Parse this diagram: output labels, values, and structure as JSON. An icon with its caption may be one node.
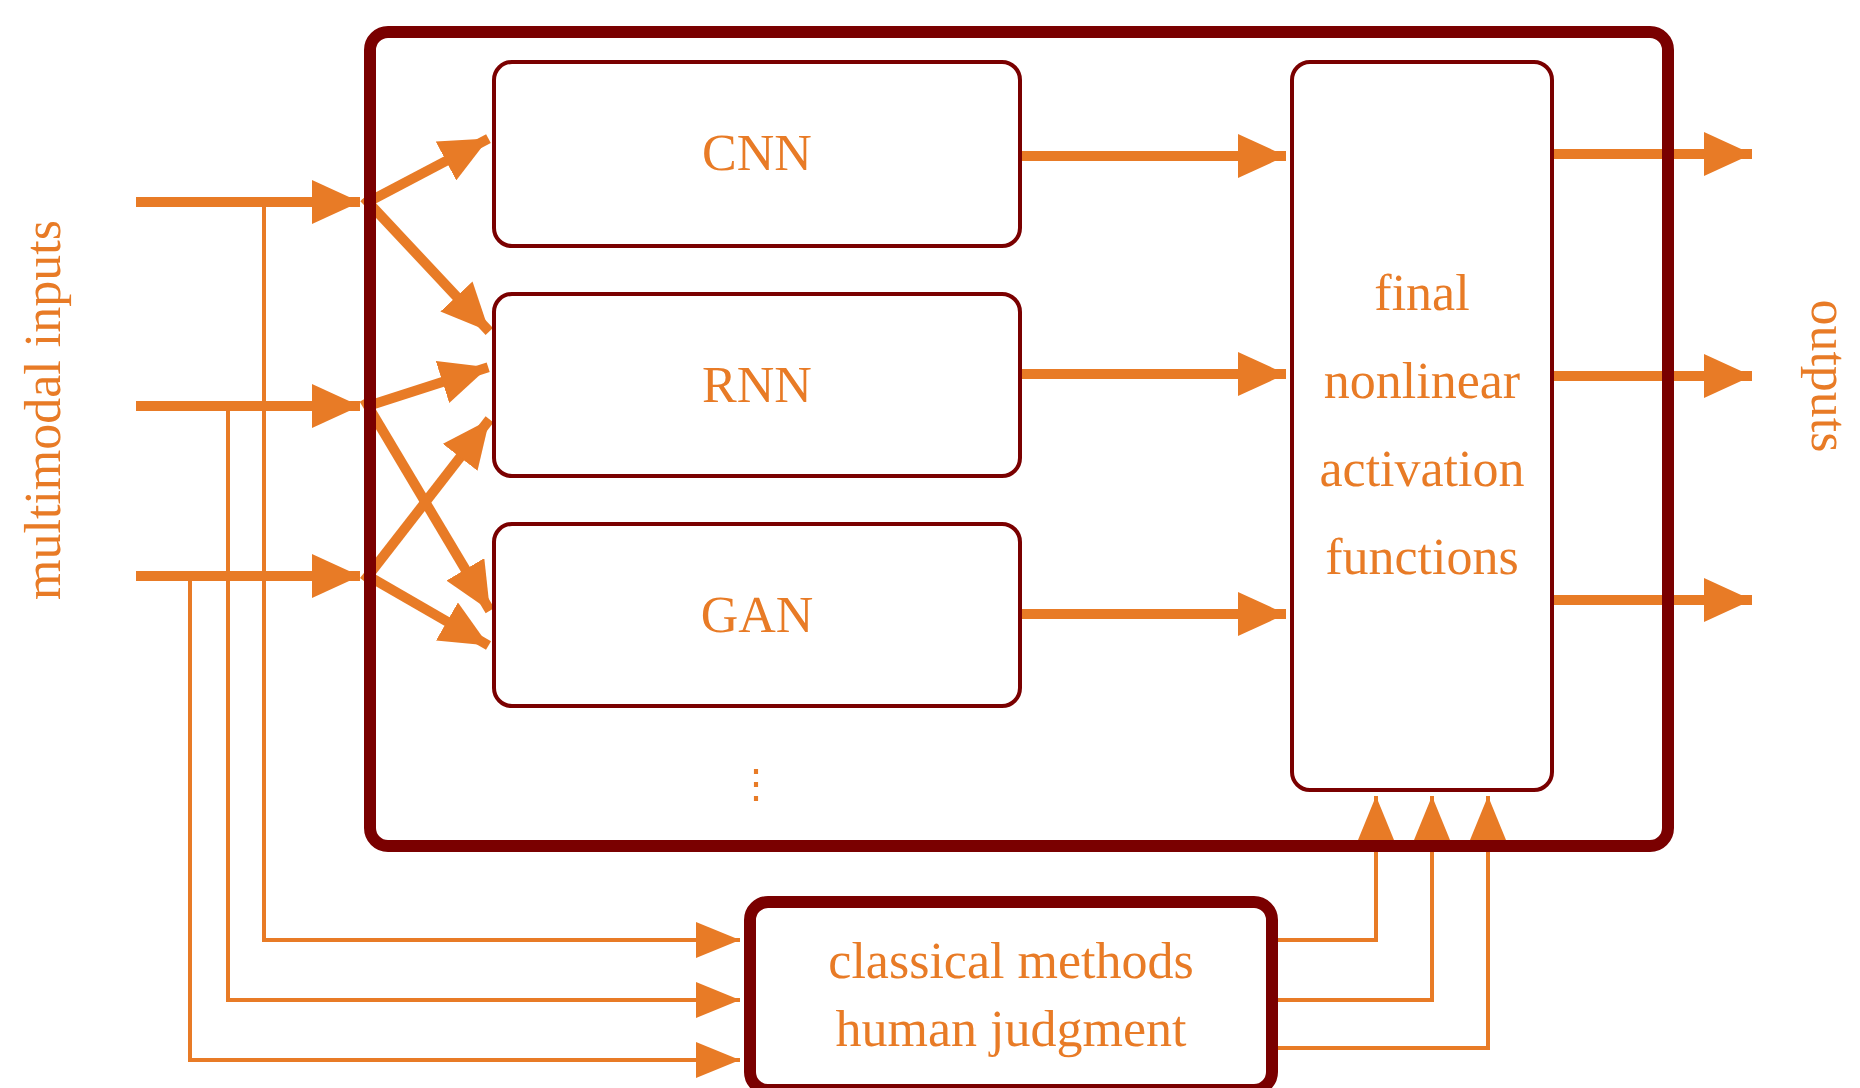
{
  "diagram": {
    "nodes": [
      {
        "text": [],
        "shape": "box"
      },
      {
        "text": [
          "CNN"
        ],
        "in": 0
      },
      {
        "text": [
          "RNN"
        ],
        "in": 0
      },
      {
        "text": [
          "GAN"
        ],
        "in": 0
      },
      {
        "text": [
          "final nonlinear activation functions"
        ],
        "in": 0
      },
      {
        "text": [
          "classical methods human judgment"
        ]
      }
    ],
    "edges": [
      {
        "from": null,
        "to": 0,
        "arrow": "to"
      },
      {
        "from": null,
        "to": 0,
        "arrow": "to"
      },
      {
        "from": null,
        "to": 0,
        "arrow": "to"
      },
      {
        "from": 0,
        "to": 1,
        "arrow": "to"
      },
      {
        "from": 0,
        "to": 2,
        "arrow": "to"
      },
      {
        "from": 0,
        "to": 2,
        "arrow": "to"
      },
      {
        "from": 0,
        "to": 3,
        "arrow": "to"
      },
      {
        "from": 0,
        "to": 2,
        "arrow": "to"
      },
      {
        "from": 0,
        "to": 3,
        "arrow": "to"
      },
      {
        "from": 1,
        "to": 4,
        "arrow": "to"
      },
      {
        "from": 2,
        "to": 4,
        "arrow": "to"
      },
      {
        "from": 3,
        "to": 4,
        "arrow": "to"
      },
      {
        "from": 4,
        "to": null,
        "arrow": "to"
      },
      {
        "from": 4,
        "to": null,
        "arrow": "to"
      },
      {
        "from": 4,
        "to": null,
        "arrow": "to"
      },
      {
        "from": null,
        "to": 5,
        "arrow": "to"
      },
      {
        "from": null,
        "to": 5,
        "arrow": "to"
      },
      {
        "from": null,
        "to": 5,
        "arrow": "to"
      },
      {
        "from": 5,
        "to": 4,
        "arrow": "to"
      },
      {
        "from": 5,
        "to": 4,
        "arrow": "to"
      },
      {
        "from": 5,
        "to": 4,
        "arrow": "to"
      }
    ],
    "labels": [
      "multimodal inputs",
      "⋮",
      "outputs"
    ]
  }
}
